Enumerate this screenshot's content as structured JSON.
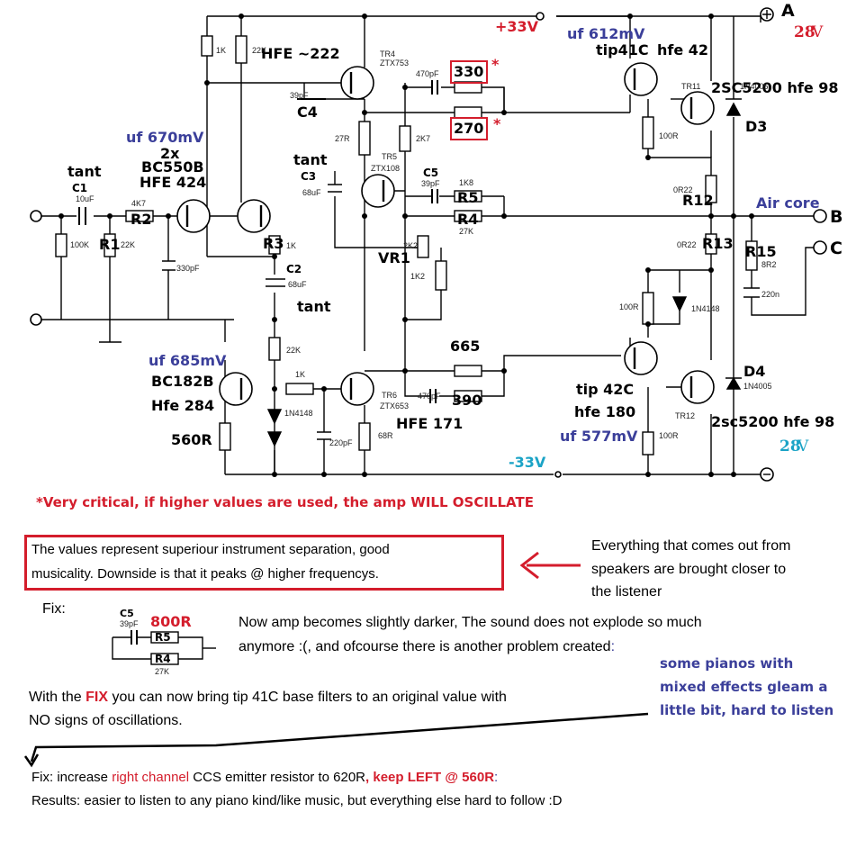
{
  "labels": {
    "supply_pos": "+33V",
    "supply_neg": "-33V",
    "rail_a": "A",
    "rail_b": "B",
    "rail_c": "C",
    "v28_top_num": "28",
    "v28_top_unit": "V",
    "v28_bot_num": "28",
    "v28_bot_unit": "V",
    "air_core": "Air core",
    "hfe_222": "HFE ~222",
    "uf_612": "uf 612mV",
    "tip41c": "tip41C",
    "hfe_42": "hfe 42",
    "sc5200_top": "2SC5200 hfe 98",
    "uf_670": "uf 670mV",
    "two_x": "2x",
    "bc550b": "BC550B",
    "hfe_424": "HFE 424",
    "tant_c1": "tant",
    "c1": "C1",
    "r1": "R1",
    "r2": "R2",
    "c4": "C4",
    "tant_c3": "tant",
    "c3": "C3",
    "r3": "R3",
    "c2": "C2",
    "tant_c2": "tant",
    "c5": "C5",
    "r5": "R5",
    "r4": "R4",
    "vr1": "VR1",
    "r12": "R12",
    "r13": "R13",
    "r15": "R15",
    "d3": "D3",
    "d4": "D4",
    "uf_685": "uf 685mV",
    "bc182b": "BC182B",
    "hfe_284": "Hfe 284",
    "r560": "560R",
    "v665": "665",
    "v390": "390",
    "hfe_171": "HFE 171",
    "tip42c": "tip 42C",
    "hfe_180": "hfe 180",
    "uf_577": "uf 577mV",
    "sc5200_bot": "2sc5200 hfe 98",
    "v330": "330",
    "v270": "270",
    "star": "*",
    "fix_c5": "C5",
    "fix_r5": "R5",
    "fix_r4": "R4",
    "fix_800r": "800R"
  },
  "small": {
    "r1k": "1K",
    "r22k_top": "22K",
    "tr4": "TR4",
    "ztx753": "ZTX753",
    "c4_39pf": "39pF",
    "c_470pf_top": "470pF",
    "tr11": "TR11",
    "r100r_top": "100R",
    "d3_1n4005": "1N4005",
    "r27r": "27R",
    "r2k7": "2K7",
    "tr5": "TR5",
    "ztx108": "ZTX108",
    "c5_39pf": "39pF",
    "r1k8": "1K8",
    "r27k": "27K",
    "c3_68uf": "68uF",
    "c1_10uf": "10uF",
    "r4k7": "4K7",
    "r100k": "100K",
    "r1_22k": "22K",
    "c_330pf": "330pF",
    "r3_1k": "1K",
    "c2_68uf": "68uF",
    "vr_2k2": "2K2",
    "r1k2": "1K2",
    "r12_0r22": "0R22",
    "r13_0r22": "0R22",
    "r15_8r2": "8R2",
    "c_220n": "220n",
    "r22k_mid": "22K",
    "r1k_mid": "1K",
    "d_1n4148": "1N4148",
    "c_220pf": "220pF",
    "tr6": "TR6",
    "ztx653": "ZTX653",
    "r68r": "68R",
    "c_470pf_bot": "470pF",
    "r100r_mid": "100R",
    "d_1n4148_right": "1N4148",
    "d4_1n4005": "1N4005",
    "tr12": "TR12",
    "r100r_bot": "100R",
    "fix_39pf": "39pF",
    "fix_27k": "27K"
  },
  "notes": {
    "critical": "*Very critical, if higher values are used, the amp WILL OSCILLATE",
    "values_line1": "The values represent superiour instrument separation, good",
    "values_line2": "musicality. Downside is that it peaks @ higher frequencys.",
    "speakers_line1": "Everything that comes out from",
    "speakers_line2": "speakers are brought closer to",
    "speakers_line3": "the listener",
    "fix_label": "Fix:",
    "darker_line1": "Now amp becomes slightly darker, The sound does not explode so much",
    "darker_line2_a": "anymore :(, and ofcourse there is another problem created",
    "darker_line2_b": ":",
    "pianos_line1": "some pianos with",
    "pianos_line2": "mixed effects gleam a",
    "pianos_line3": "little bit, hard to listen",
    "with_the": "With the ",
    "fix_word": "FIX",
    "with_rest": " you can now bring tip 41C base filters to an original value with",
    "no_signs": "NO signs of oscillations.",
    "fix_increase": "Fix: increase ",
    "right_channel": "right channel",
    "ccs": " CCS emitter resistor to 620R",
    "keep_left": ", keep LEFT @ 560R",
    "colon": ":",
    "results": "Results: easier to listen to any piano kind/like music, but everything else hard to follow :D"
  },
  "colors": {
    "red": "#d41d2c",
    "blue": "#3b3f9a",
    "cyan": "#1aa3c6",
    "wire": "#000000"
  }
}
